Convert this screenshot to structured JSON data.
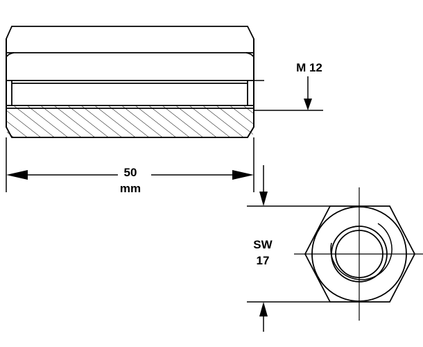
{
  "labels": {
    "thread": "M 12",
    "length_value": "50",
    "length_unit": "mm",
    "wrench_label": "SW",
    "wrench_value": "17"
  },
  "colors": {
    "line": "#000000",
    "background": "#ffffff"
  }
}
